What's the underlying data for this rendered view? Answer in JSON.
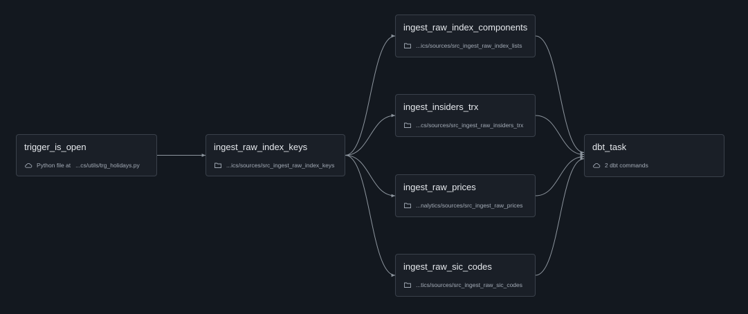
{
  "nodes": {
    "trigger_is_open": {
      "title": "trigger_is_open",
      "kind": "Python file at",
      "path": "...cs/utils/trg_holidays.py",
      "icon": "cloud-icon"
    },
    "ingest_raw_index_keys": {
      "title": "ingest_raw_index_keys",
      "path": "...ics/sources/src_ingest_raw_index_keys",
      "icon": "folder-icon"
    },
    "ingest_raw_index_components": {
      "title": "ingest_raw_index_components",
      "path": "...ics/sources/src_ingest_raw_index_lists",
      "icon": "folder-icon"
    },
    "ingest_insiders_trx": {
      "title": "ingest_insiders_trx",
      "path": "...cs/sources/src_ingest_raw_insiders_trx",
      "icon": "folder-icon"
    },
    "ingest_raw_prices": {
      "title": "ingest_raw_prices",
      "path": "...nalytics/sources/src_ingest_raw_prices",
      "icon": "folder-icon"
    },
    "ingest_raw_sic_codes": {
      "title": "ingest_raw_sic_codes",
      "path": "...tics/sources/src_ingest_raw_sic_codes",
      "icon": "folder-icon"
    },
    "dbt_task": {
      "title": "dbt_task",
      "path": "2 dbt commands",
      "icon": "cloud-icon"
    }
  },
  "edges": [
    {
      "from": "trigger_is_open",
      "to": "ingest_raw_index_keys"
    },
    {
      "from": "ingest_raw_index_keys",
      "to": "ingest_raw_index_components"
    },
    {
      "from": "ingest_raw_index_keys",
      "to": "ingest_insiders_trx"
    },
    {
      "from": "ingest_raw_index_keys",
      "to": "ingest_raw_prices"
    },
    {
      "from": "ingest_raw_index_keys",
      "to": "ingest_raw_sic_codes"
    },
    {
      "from": "ingest_raw_index_components",
      "to": "dbt_task"
    },
    {
      "from": "ingest_insiders_trx",
      "to": "dbt_task"
    },
    {
      "from": "ingest_raw_prices",
      "to": "dbt_task"
    },
    {
      "from": "ingest_raw_sic_codes",
      "to": "dbt_task"
    }
  ],
  "colors": {
    "background": "#13181f",
    "node_fill": "#1a1f27",
    "node_border": "#3a414b",
    "edge": "#8e969f",
    "title_text": "#e6e9ed",
    "sub_text": "#a3abb6"
  }
}
